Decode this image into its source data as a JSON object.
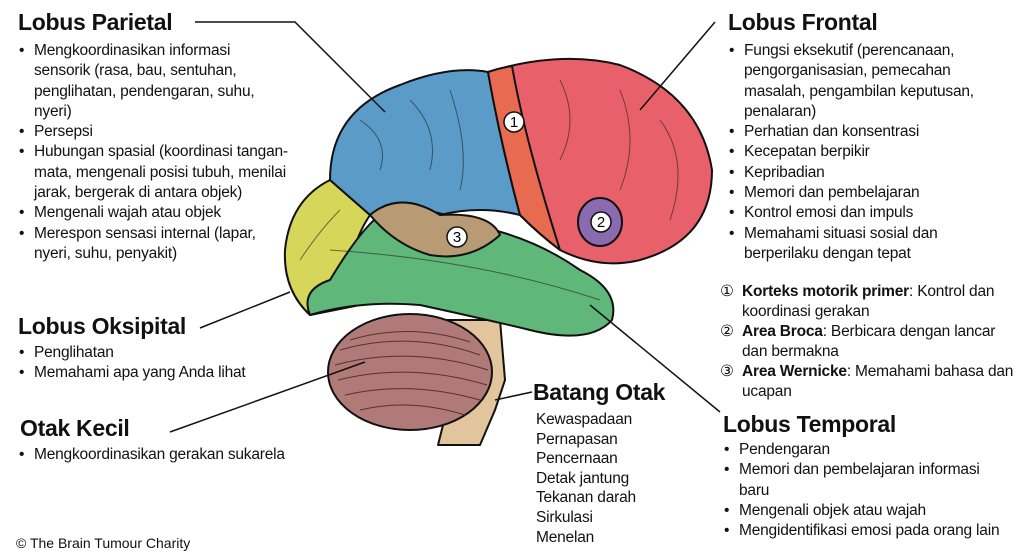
{
  "parietal": {
    "title": "Lobus Parietal",
    "items": [
      "Mengkoordinasikan informasi sensorik (rasa, bau, sentuhan, penglihatan, pendengaran, suhu, nyeri)",
      "Persepsi",
      "Hubungan spasial (koordinasi tangan-mata, mengenali posisi tubuh, menilai jarak, bergerak di antara objek)",
      "Mengenali wajah atau objek",
      "Merespon sensasi internal (lapar, nyeri, suhu, penyakit)"
    ]
  },
  "frontal": {
    "title": "Lobus Frontal",
    "items": [
      "Fungsi eksekutif (perencanaan, pengorganisasian, pemecahan masalah, pengambilan keputusan, penalaran)",
      "Perhatian dan konsentrasi",
      "Kecepatan berpikir",
      "Kepribadian",
      "Memori dan pembelajaran",
      "Kontrol emosi dan impuls",
      "Memahami situasi sosial dan berperilaku dengan tepat"
    ]
  },
  "legend": [
    {
      "num": "①",
      "term": "Korteks motorik primer",
      "desc": ": Kontrol dan koordinasi gerakan"
    },
    {
      "num": "②",
      "term": "Area Broca",
      "desc": ": Berbicara dengan lancar dan bermakna"
    },
    {
      "num": "③",
      "term": "Area Wernicke",
      "desc": ": Memahami bahasa dan ucapan"
    }
  ],
  "occipital": {
    "title": "Lobus Oksipital",
    "items": [
      "Penglihatan",
      "Memahami apa yang Anda lihat"
    ]
  },
  "cerebellum": {
    "title": "Otak Kecil",
    "items": [
      "Mengkoordinasikan gerakan sukarela"
    ]
  },
  "brainstem": {
    "title": "Batang Otak",
    "items": [
      "Kewaspadaan",
      "Pernapasan",
      "Pencernaan",
      "Detak jantung",
      "Tekanan darah",
      "Sirkulasi",
      "Menelan"
    ]
  },
  "temporal": {
    "title": "Lobus Temporal",
    "items": [
      "Pendengaran",
      "Memori dan pembelajaran informasi baru",
      "Mengenali objek atau wajah",
      "Mengidentifikasi emosi pada orang lain"
    ]
  },
  "markers": [
    "1",
    "2",
    "3"
  ],
  "credit": "© The Brain Tumour Charity",
  "colors": {
    "parietal": "#5b9bc8",
    "frontal": "#e8606a",
    "motor": "#e86a50",
    "broca": "#8a6bb0",
    "occipital": "#d6d65a",
    "temporal": "#5fb87a",
    "wernicke": "#b89a74",
    "cerebellum": "#b07a78",
    "brainstem": "#e2c59c"
  }
}
